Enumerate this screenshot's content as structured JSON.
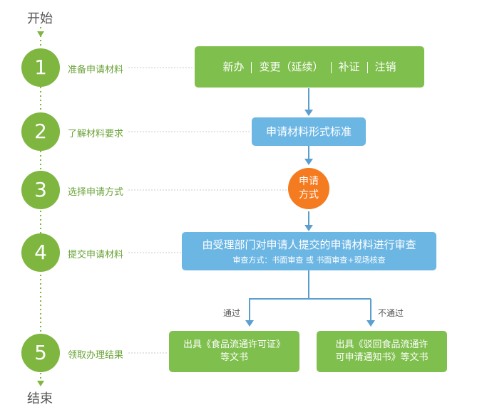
{
  "start_label": "开始",
  "end_label": "结束",
  "steps": [
    {
      "number": "1",
      "label": "准备申请材料"
    },
    {
      "number": "2",
      "label": "了解材料要求"
    },
    {
      "number": "3",
      "label": "选择申请方式"
    },
    {
      "number": "4",
      "label": "提交申请材料"
    },
    {
      "number": "5",
      "label": "领取办理结果"
    }
  ],
  "categories": [
    "新办",
    "变更（延续）",
    "补证",
    "注销"
  ],
  "standard_box": "申请材料形式标准",
  "method_circle": {
    "line1": "申请",
    "line2": "方式"
  },
  "review_box": {
    "title": "由受理部门对申请人提交的申请材料进行审查",
    "subtitle": "审查方式：书面审查 或 书面审查+现场核查"
  },
  "branches": {
    "pass": "通过",
    "fail": "不通过"
  },
  "result_pass": {
    "line1": "出具《食品流通许可证》",
    "line2": "等文书"
  },
  "result_fail": {
    "line1": "出具《驳回食品流通许",
    "line2": "可申请通知书》等文书"
  },
  "colors": {
    "green": "#7fb640",
    "blue": "#6cb6e4",
    "orange": "#f47b20",
    "arrow": "#5b9fcf"
  }
}
